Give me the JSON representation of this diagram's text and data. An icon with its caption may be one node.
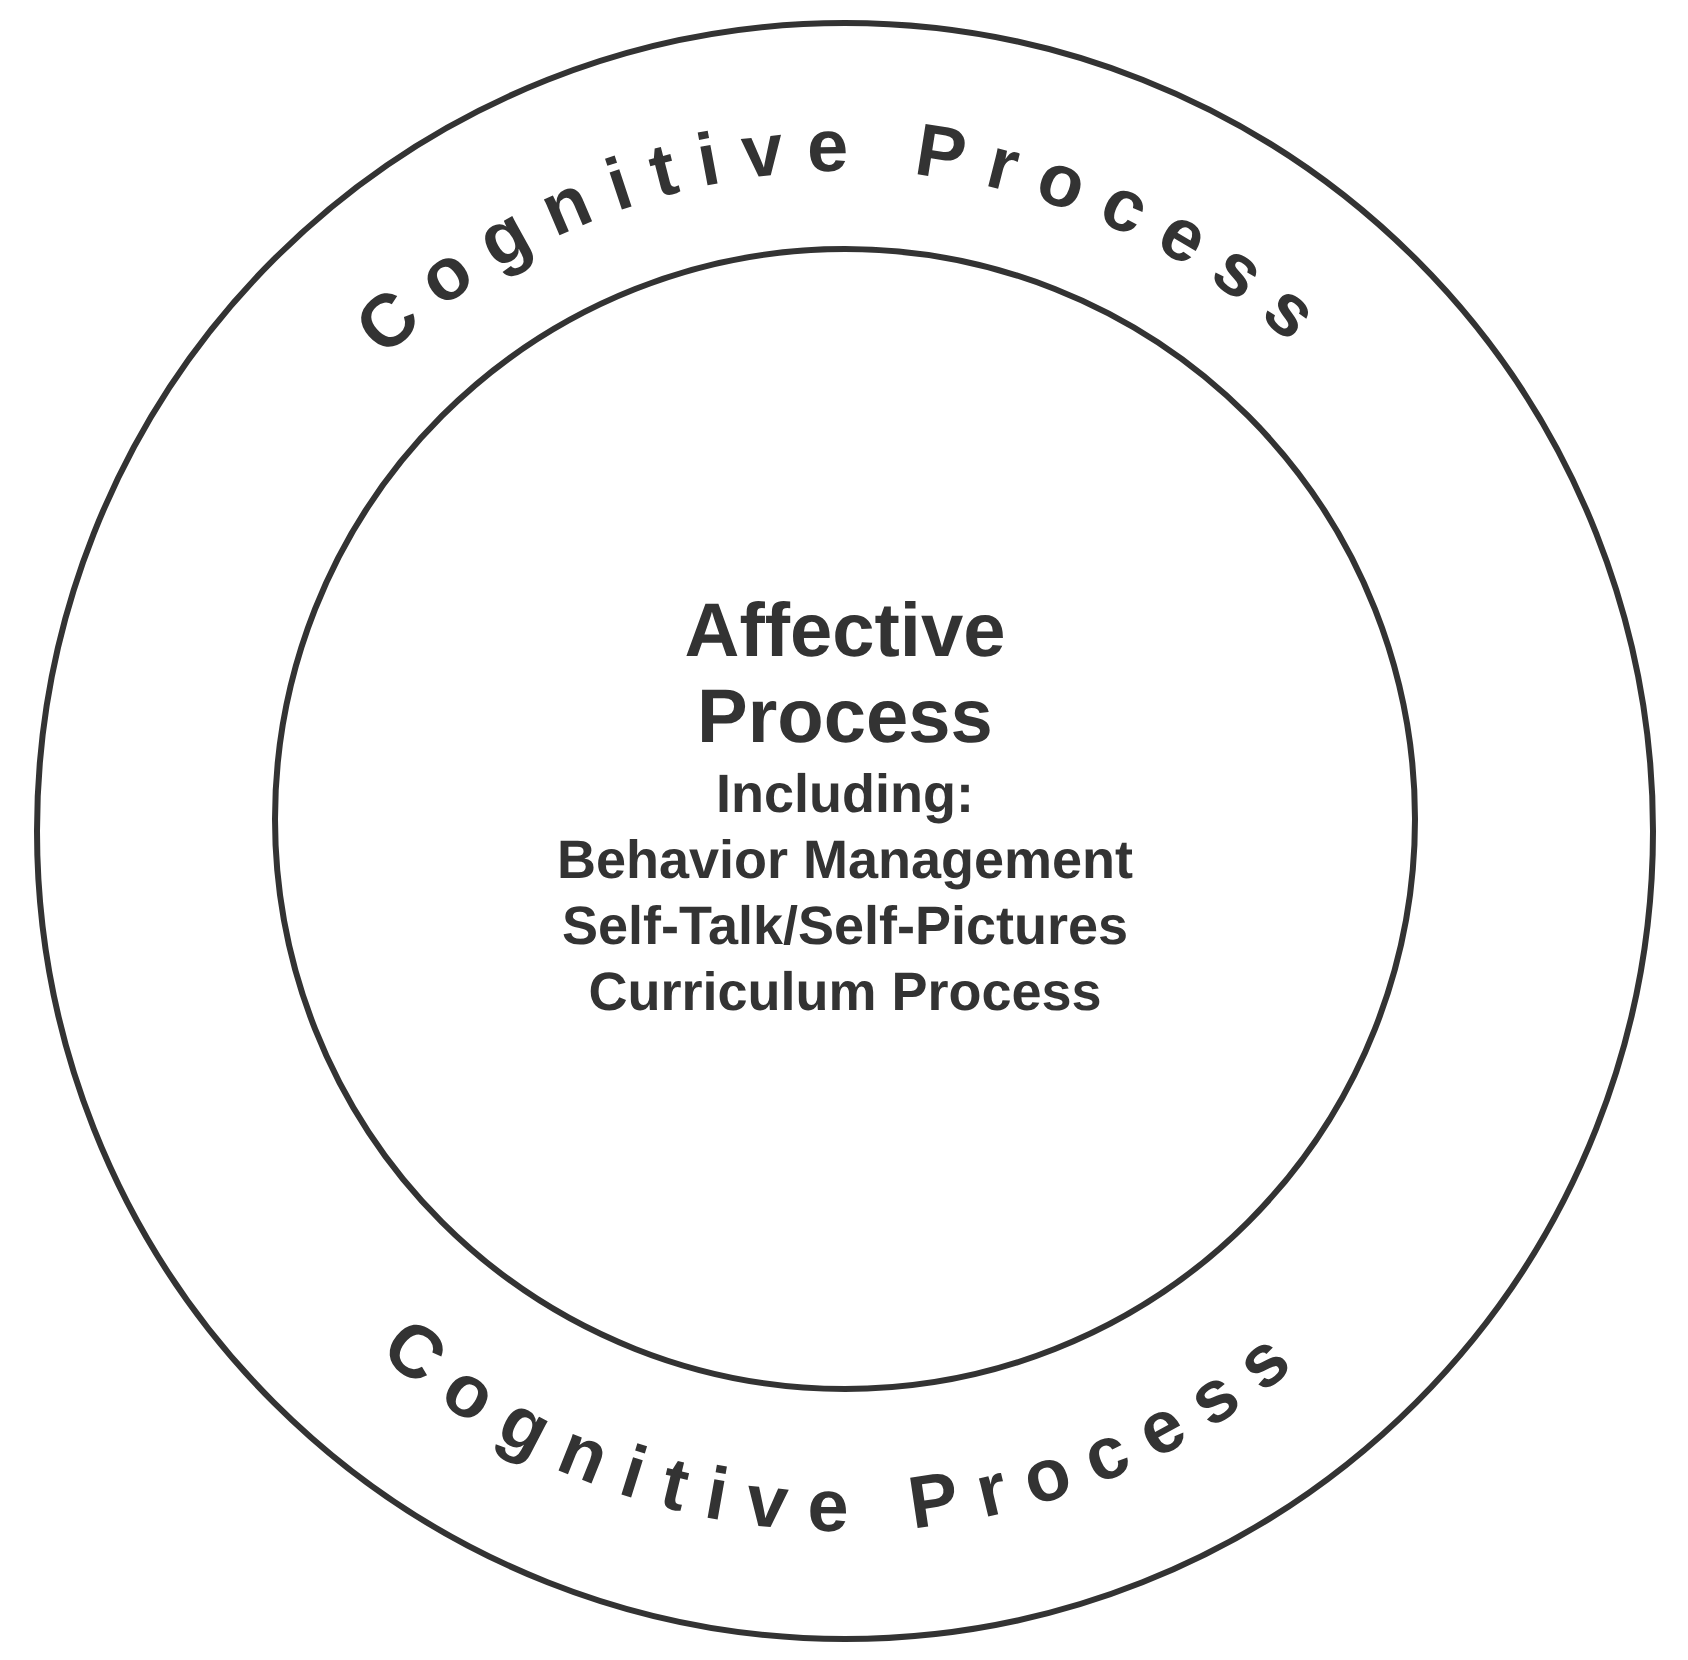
{
  "diagram": {
    "nodes": [
      {
        "text": [
          "Cognitive Process",
          "Cognitive Process"
        ]
      },
      {
        "text": [
          "Affective Process",
          "Including:",
          "Behavior Management",
          "Self-Talk/Self-Pictures",
          "Curriculum Process"
        ],
        "in": 0
      }
    ]
  }
}
